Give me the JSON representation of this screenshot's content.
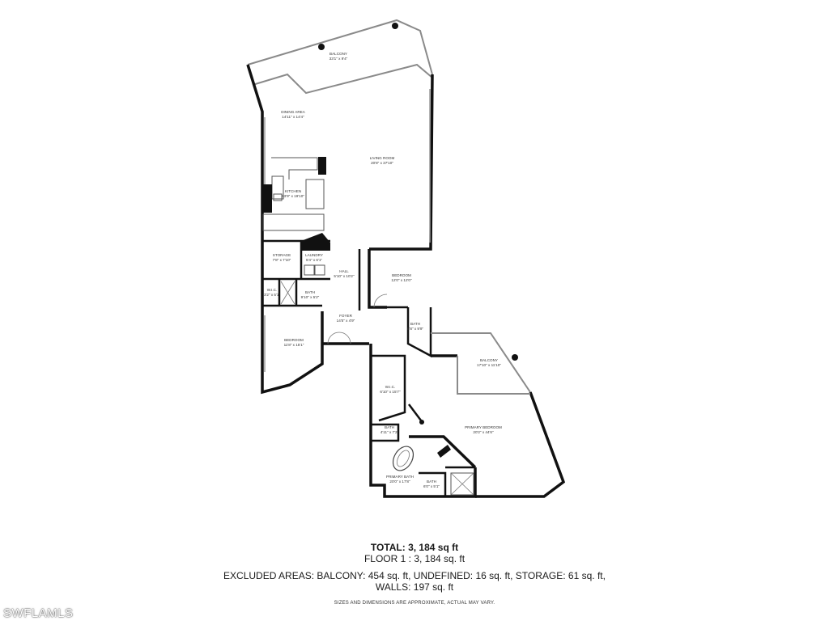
{
  "rooms": {
    "balcony_top": {
      "name": "BALCONY",
      "dims": "33'1\" x 9'4\""
    },
    "dining": {
      "name": "DINING AREA",
      "dims": "14'11\" x 14'4\""
    },
    "living": {
      "name": "LIVING ROOM",
      "dims": "20'8\" x 37'10\""
    },
    "kitchen": {
      "name": "KITCHEN",
      "dims": "13'9\" x 19'10\""
    },
    "storage": {
      "name": "STORAGE",
      "dims": "7'8\" x 7'10\""
    },
    "laundry": {
      "name": "LAUNDRY",
      "dims": "5'4\" x 6'1\""
    },
    "hall": {
      "name": "HALL",
      "dims": "5'10\" x 10'2\""
    },
    "bedroom_mid": {
      "name": "BEDROOM",
      "dims": "12'0\" x 12'0\""
    },
    "wic_left": {
      "name": "W.I.C.",
      "dims": "3'2\" x 5'1\""
    },
    "bath_left": {
      "name": "BATH",
      "dims": "9'10\" x 5'2\""
    },
    "foyer": {
      "name": "FOYER",
      "dims": "14'5\" x 4'9\""
    },
    "bath_right": {
      "name": "BATH",
      "dims": "8'8\" x 9'9\""
    },
    "bedroom_left": {
      "name": "BEDROOM",
      "dims": "11'8\" x 15'1\""
    },
    "balcony_right": {
      "name": "BALCONY",
      "dims": "17'10\" x 11'10\""
    },
    "wic_primary": {
      "name": "W.I.C.",
      "dims": "6'10\" x 15'7\""
    },
    "primary_bedroom": {
      "name": "PRIMARY BEDROOM",
      "dims": "20'2\" x 44'6\""
    },
    "bath_small": {
      "name": "BATH",
      "dims": "4'11\" x 7'2\""
    },
    "primary_bath": {
      "name": "PRIMARY BATH",
      "dims": "20'0\" x 17'8\""
    },
    "bath_bottom": {
      "name": "BATH",
      "dims": "6'0\" x 5'1\""
    }
  },
  "summary": {
    "total": "TOTAL: 3, 184 sq ft",
    "floor": "FLOOR 1 : 3, 184  sq. ft",
    "excluded": "EXCLUDED AREAS: BALCONY: 454 sq. ft, UNDEFINED: 16 sq. ft, STORAGE: 61 sq. ft,",
    "walls": "WALLS: 197 sq. ft",
    "disclaimer": "SIZES AND DIMENSIONS ARE APPROXIMATE, ACTUAL MAY VARY."
  },
  "watermark": "SWFLAMLS",
  "colors": {
    "wall": "#111111",
    "thin_line": "#8a8a8a",
    "background": "#ffffff"
  }
}
